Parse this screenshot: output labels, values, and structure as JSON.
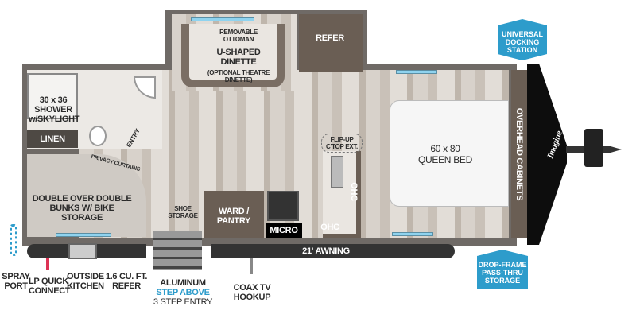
{
  "logo": "Imagine",
  "callouts": {
    "docking": "UNIVERSAL DOCKING STATION",
    "dropframe": "DROP-FRAME PASS-THRU STORAGE"
  },
  "rooms": {
    "shower": "30 x 36 SHOWER w/SKYLIGHT",
    "linen": "LINEN",
    "entry": "ENTRY",
    "privacy": "PRIVACY CURTAINS",
    "bunks": "DOUBLE OVER DOUBLE BUNKS W/ BIKE STORAGE",
    "ottoman": "REMOVABLE OTTOMAN",
    "dinette": "U-SHAPED DINETTE",
    "dinette_note": "(OPTIONAL THEATRE DINETTE)",
    "refer": "REFER",
    "flipup": "FLIP-UP C'TOP EXT.",
    "bed": "60 x 80 QUEEN BED",
    "cabinets": "OVERHEAD CABINETS",
    "ohc": "OHC",
    "ohc2": "OHC",
    "shoe": "SHOE STORAGE",
    "ward": "WARD / PANTRY",
    "micro": "MICRO",
    "awning": "21' AWNING"
  },
  "exterior": {
    "spray": "SPRAY PORT",
    "lp": "LP QUICK CONNECT",
    "kitchen": "OUTSIDE KITCHEN",
    "refer": "1.6 CU. FT. REFER",
    "step1": "ALUMINUM",
    "step2": "STEP ABOVE",
    "step3": "3 STEP ENTRY",
    "coax": "COAX TV HOOKUP"
  },
  "colors": {
    "accent": "#2d9ccb",
    "body": "#6f6a66"
  }
}
